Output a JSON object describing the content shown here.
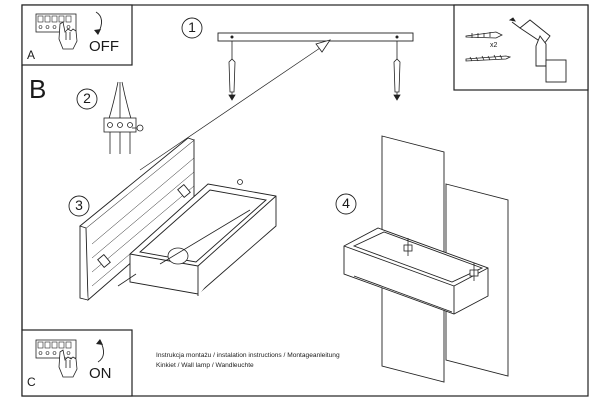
{
  "panels": {
    "a": {
      "letter": "A",
      "state": "OFF"
    },
    "b": {
      "letter": "B"
    },
    "c": {
      "letter": "C",
      "state": "ON"
    }
  },
  "steps": [
    "1",
    "2",
    "3",
    "4"
  ],
  "tools": {
    "quantity": "x2"
  },
  "caption": {
    "line1": "Instrukcja montażu / instalation instructions / Montageanleitung",
    "line2": "Kinkiet / Wall lamp / Wandleuchte"
  },
  "icons": [
    "terminal-block-icon",
    "hand-icon",
    "rotate-arrow-icon",
    "wall-plug-icon",
    "screw-icon",
    "drill-icon",
    "electric-wires-icon",
    "bulb-icon"
  ]
}
